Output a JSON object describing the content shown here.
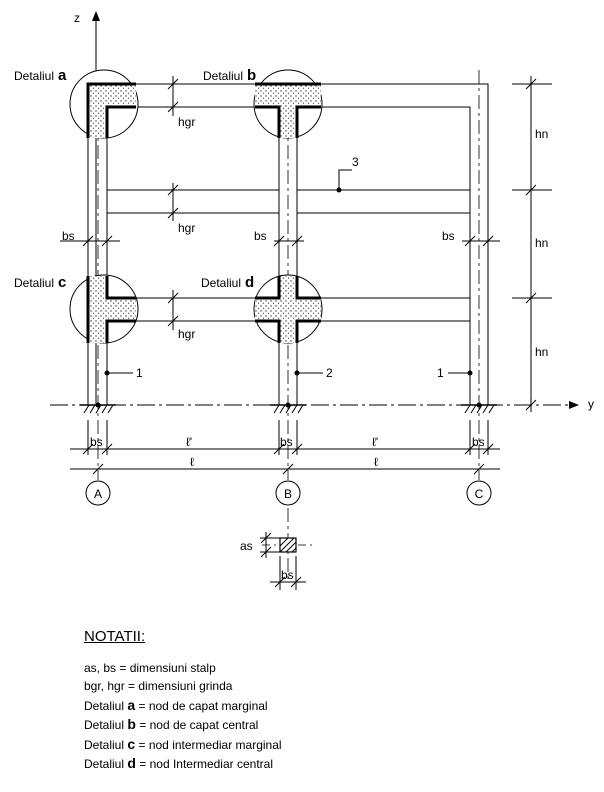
{
  "axes": {
    "z": "z",
    "y": "y"
  },
  "details": [
    {
      "prefix": "Detaliul",
      "letter": "a"
    },
    {
      "prefix": "Detaliul",
      "letter": "b"
    },
    {
      "prefix": "Detaliul",
      "letter": "c"
    },
    {
      "prefix": "Detaliul",
      "letter": "d"
    }
  ],
  "dims": {
    "hgr": "hgr",
    "hn": "hn",
    "bs": "bs",
    "as": "as",
    "l_clear": "ℓ'",
    "l_span": "ℓ"
  },
  "points": [
    "1",
    "2",
    "1",
    "3"
  ],
  "grid_axes": [
    "A",
    "B",
    "C"
  ],
  "notes": {
    "title": "NOTATII:",
    "lines": [
      {
        "key": "as, bs",
        "text": " = dimensiuni stalp"
      },
      {
        "key": "bgr, hgr",
        "text": " = dimensiuni grinda"
      },
      {
        "key_prefix": "Detaliul ",
        "key": "a",
        "text": " = nod de capat marginal"
      },
      {
        "key_prefix": "Detaliul ",
        "key": "b",
        "text": " = nod de capat central"
      },
      {
        "key_prefix": "Detaliul ",
        "key": "c",
        "text": " = nod intermediar marginal"
      },
      {
        "key_prefix": "Detaliul ",
        "key": "d",
        "text": " = nod Intermediar central"
      }
    ]
  }
}
